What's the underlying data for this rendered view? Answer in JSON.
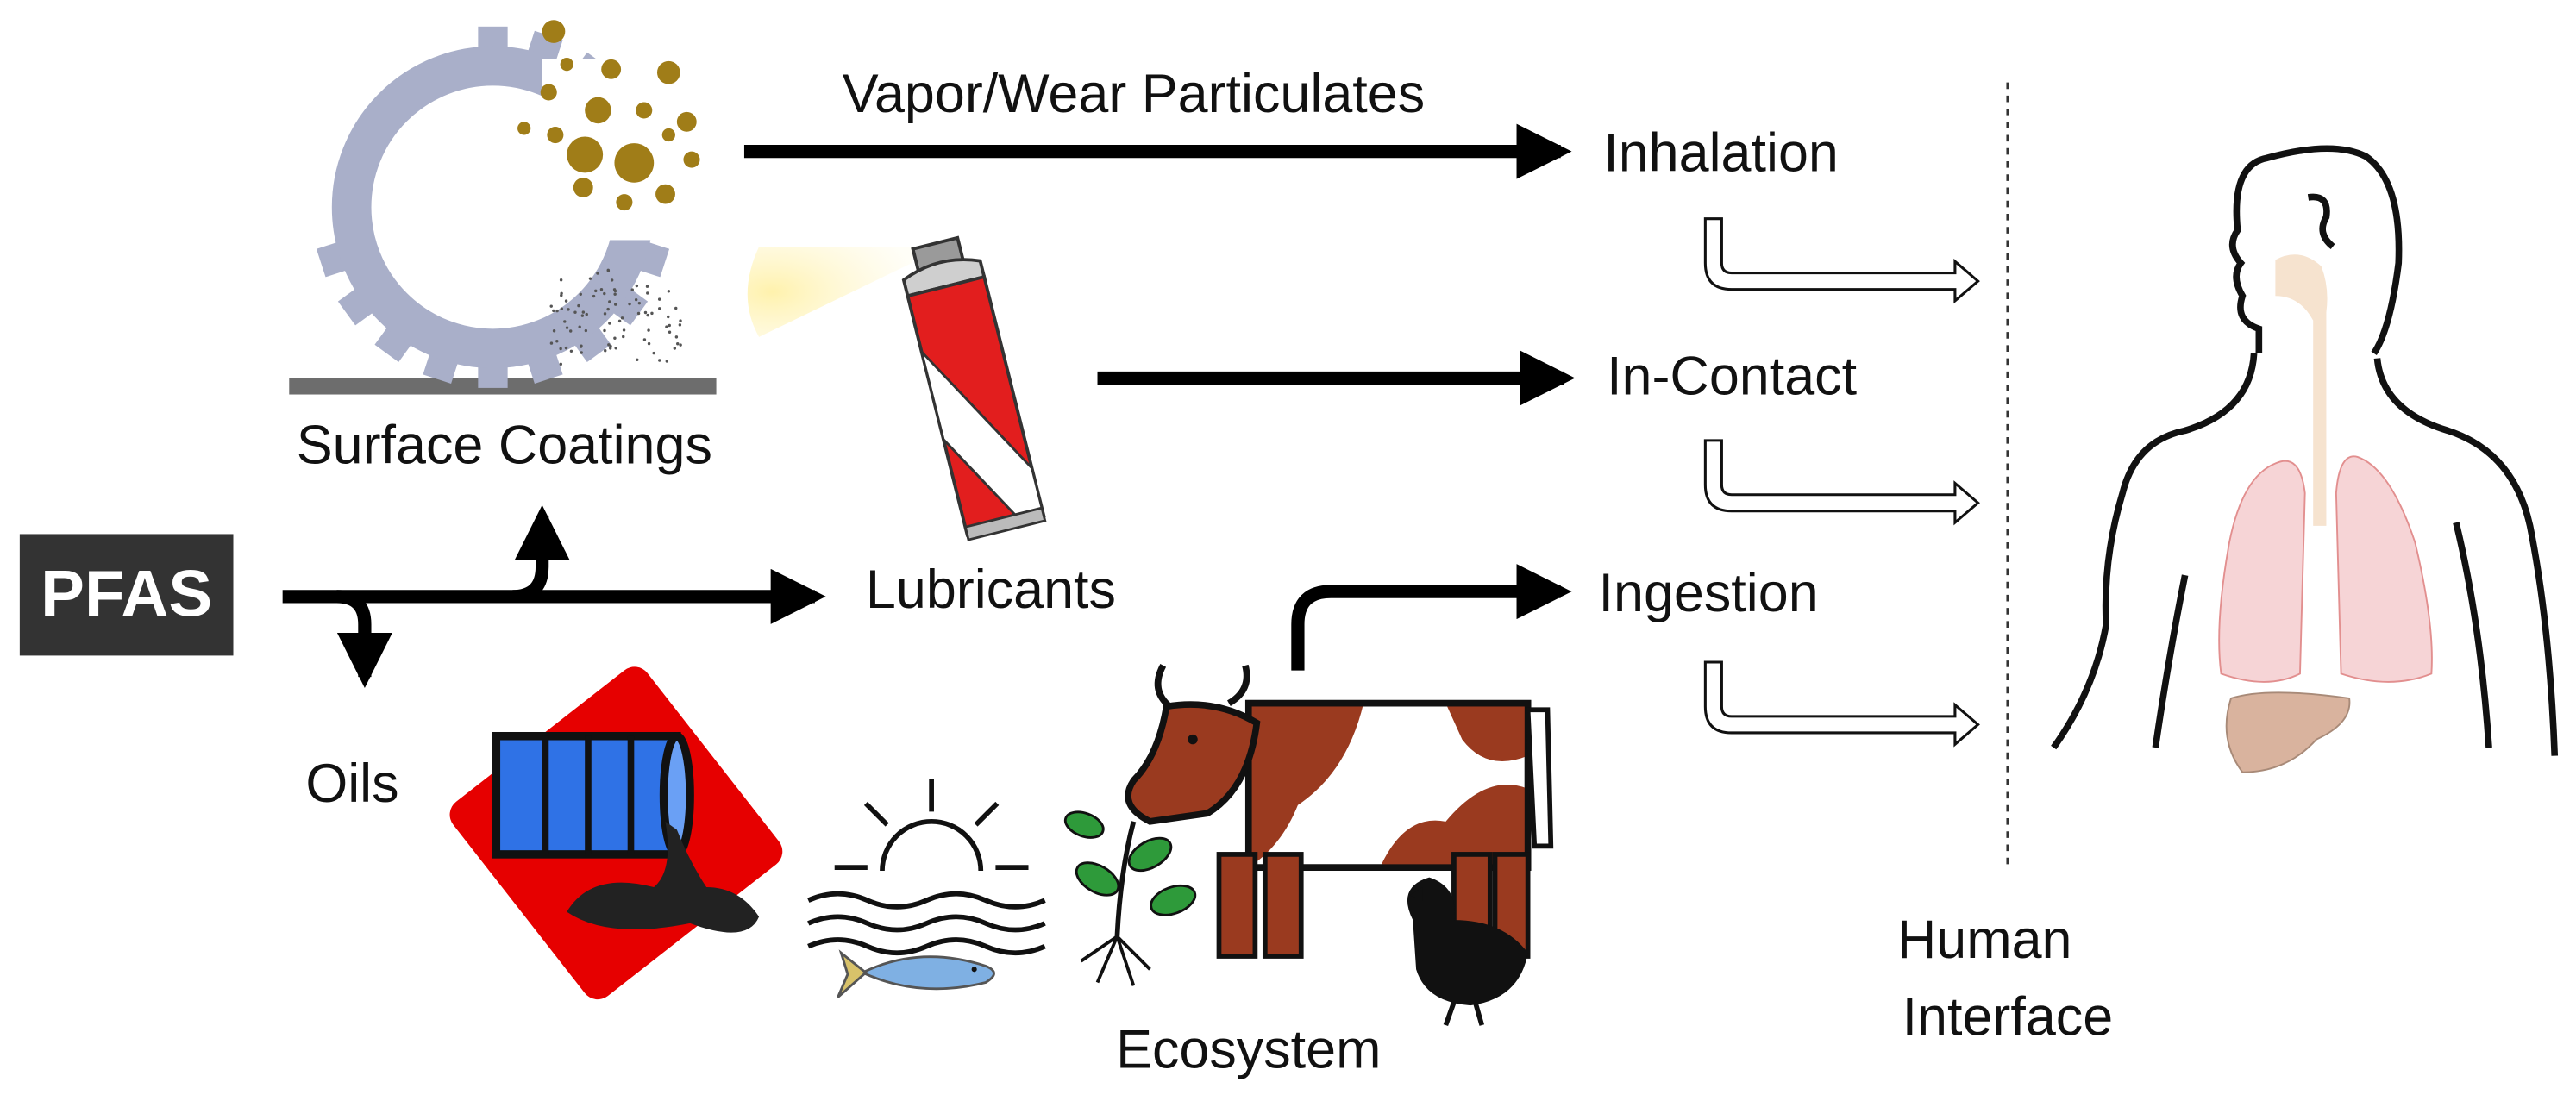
{
  "diagram": {
    "source_label": "PFAS",
    "uses": {
      "surface_coatings": "Surface Coatings",
      "lubricants": "Lubricants",
      "oils": "Oils",
      "ecosystem": "Ecosystem"
    },
    "pathways": {
      "vapor_wear": "Vapor/Wear Particulates",
      "inhalation": "Inhalation",
      "in_contact": "In-Contact",
      "ingestion": "Ingestion"
    },
    "human_interface": {
      "line1": "Human",
      "line2": "Interface"
    }
  },
  "colors": {
    "gear": "#a9afc9",
    "particles": "#a07d18",
    "spray_can": "#e21e1e",
    "barrel": "#2f72e6",
    "oil_diamond": "#e60000",
    "cow_patch": "#9a3a1f",
    "lung": "#f4c6c9",
    "liver": "#d9b39e",
    "trachea": "#f6e3cf",
    "pfas_box": "#333333"
  }
}
